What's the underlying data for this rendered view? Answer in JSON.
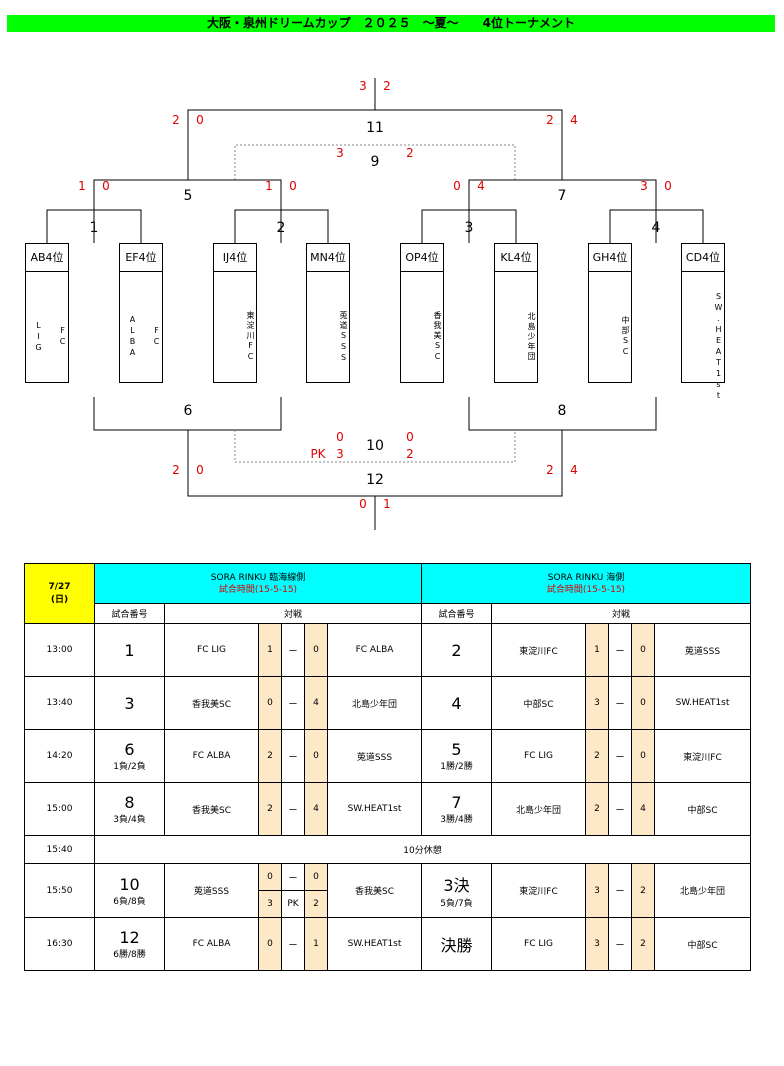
{
  "title": "大阪・泉州ドリームカップ　２０２５　～夏～　　4位トーナメント",
  "bracket": {
    "teams": [
      {
        "label": "AB4位",
        "name": "FC\n \nLIG"
      },
      {
        "label": "EF4位",
        "name": "FC\n \nALBA"
      },
      {
        "label": "IJ4位",
        "name": "東淀川FC"
      },
      {
        "label": "MN4位",
        "name": "莵道SSS"
      },
      {
        "label": "OP4位",
        "name": "香我美SC"
      },
      {
        "label": "KL4位",
        "name": "北島少年団"
      },
      {
        "label": "GH4位",
        "name": "中部SC"
      },
      {
        "label": "CD4位",
        "name": "SW.HEAT1st"
      }
    ],
    "matches": {
      "m1": "1",
      "m2": "2",
      "m3": "3",
      "m4": "4",
      "m5": "5",
      "m6": "6",
      "m7": "7",
      "m8": "8",
      "m9": "9",
      "m10": "10",
      "m11": "11",
      "m12": "12"
    },
    "scores": {
      "top": [
        "3",
        "2"
      ],
      "m11": [
        "2",
        "0",
        "2",
        "4"
      ],
      "m9": [
        "3",
        "2"
      ],
      "m5": [
        "1",
        "0",
        "1",
        "0"
      ],
      "m7": [
        "0",
        "4",
        "3",
        "0"
      ],
      "m10": [
        "0",
        "0",
        "PK",
        "3",
        "2"
      ],
      "m12": [
        "2",
        "0",
        "2",
        "4"
      ],
      "bottom": [
        "0",
        "1"
      ]
    }
  },
  "schedule": {
    "date": "7/27\n(日)",
    "venue_a": {
      "name": "SORA RINKU 臨海線側",
      "time": "試合時間(15-5-15)"
    },
    "venue_b": {
      "name": "SORA RINKU 海側",
      "time": "試合時間(15-5-15)"
    },
    "col_game": "試合番号",
    "col_match": "対戦",
    "dash": "ー",
    "rows": [
      {
        "time": "13:00",
        "a": {
          "no": "1",
          "sub": "",
          "t1": "FC LIG",
          "s1": "1",
          "s2": "0",
          "t2": "FC ALBA"
        },
        "b": {
          "no": "2",
          "sub": "",
          "t1": "東淀川FC",
          "s1": "1",
          "s2": "0",
          "t2": "莵道SSS"
        }
      },
      {
        "time": "13:40",
        "a": {
          "no": "3",
          "sub": "",
          "t1": "香我美SC",
          "s1": "0",
          "s2": "4",
          "t2": "北島少年団"
        },
        "b": {
          "no": "4",
          "sub": "",
          "t1": "中部SC",
          "s1": "3",
          "s2": "0",
          "t2": "SW.HEAT1st"
        }
      },
      {
        "time": "14:20",
        "a": {
          "no": "6",
          "sub": "1負/2負",
          "t1": "FC ALBA",
          "s1": "2",
          "s2": "0",
          "t2": "莵道SSS"
        },
        "b": {
          "no": "5",
          "sub": "1勝/2勝",
          "t1": "FC LIG",
          "s1": "2",
          "s2": "0",
          "t2": "東淀川FC"
        }
      },
      {
        "time": "15:00",
        "a": {
          "no": "8",
          "sub": "3負/4負",
          "t1": "香我美SC",
          "s1": "2",
          "s2": "4",
          "t2": "SW.HEAT1st"
        },
        "b": {
          "no": "7",
          "sub": "3勝/4勝",
          "t1": "北島少年団",
          "s1": "2",
          "s2": "4",
          "t2": "中部SC"
        }
      }
    ],
    "rest": {
      "time": "15:40",
      "label": "10分休憩"
    },
    "row10": {
      "time": "15:50",
      "a": {
        "no": "10",
        "sub": "6負/8負",
        "t1": "莵道SSS",
        "s1": "0",
        "s2": "0",
        "pk1": "3",
        "pk": "PK",
        "pk2": "2",
        "t2": "香我美SC"
      },
      "b": {
        "no": "3決",
        "sub": "5負/7負",
        "t1": "東淀川FC",
        "s1": "3",
        "s2": "2",
        "t2": "北島少年団"
      }
    },
    "row12": {
      "time": "16:30",
      "a": {
        "no": "12",
        "sub": "6勝/8勝",
        "t1": "FC ALBA",
        "s1": "0",
        "s2": "1",
        "t2": "SW.HEAT1st"
      },
      "b": {
        "no": "決勝",
        "sub": "",
        "t1": "FC LIG",
        "s1": "3",
        "s2": "2",
        "t2": "中部SC"
      }
    }
  },
  "colors": {
    "title_bg": "#00ff00",
    "venue_bg": "#00ffff",
    "date_bg": "#ffff00",
    "score_bg": "#fde8c8",
    "score_text": "#e00000"
  }
}
